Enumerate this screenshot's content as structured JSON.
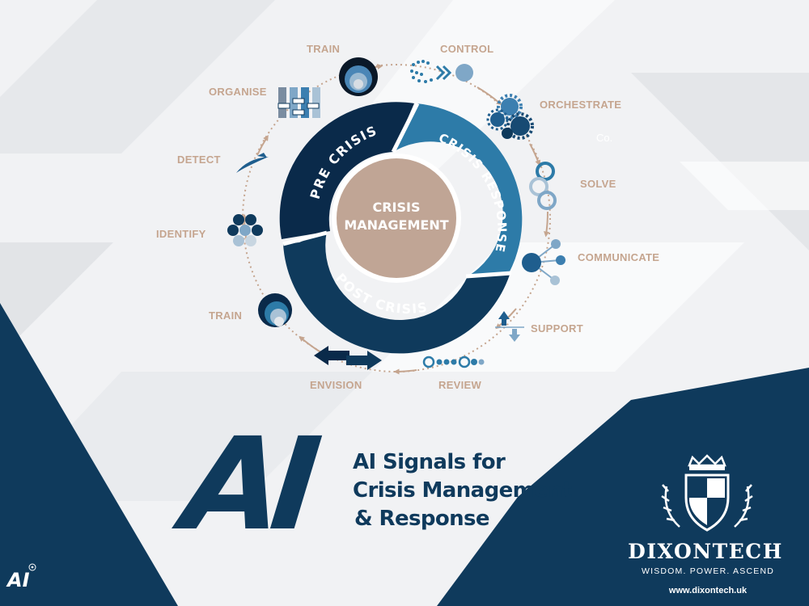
{
  "diagram": {
    "center": {
      "line1": "CRISIS",
      "line2": "MANAGEMENT"
    },
    "phases": [
      "PRE CRISIS",
      "CRISIS RESPONSE",
      "POST CRISIS"
    ],
    "stages": {
      "train_top": "TRAIN",
      "control": "CONTROL",
      "orchestrate": "ORCHESTRATE",
      "solve": "SOLVE",
      "communicate": "COMMUNICATE",
      "support": "SUPPORT",
      "review": "REVIEW",
      "envision": "ENVISION",
      "train_bottom": "TRAIN",
      "identify": "IDENTIFY",
      "detect": "DETECT",
      "organise": "ORGANISE"
    },
    "ghost_text": [
      "Co."
    ]
  },
  "headline": {
    "ai_mark": "AI",
    "line1": "AI Signals for",
    "line2": "Crisis Management",
    "line3": "& Response"
  },
  "brand": {
    "name": "DIXONTECH",
    "tagline": "WISDOM. POWER. ASCEND",
    "url": "www.dixontech.uk",
    "corner_mark": "AI"
  },
  "colors": {
    "navy": "#0f3a5c",
    "dark_navy": "#0a2a4a",
    "steel_blue": "#2d7ba8",
    "tan": "#c5a58f",
    "label_tan": "#c5a58f"
  }
}
